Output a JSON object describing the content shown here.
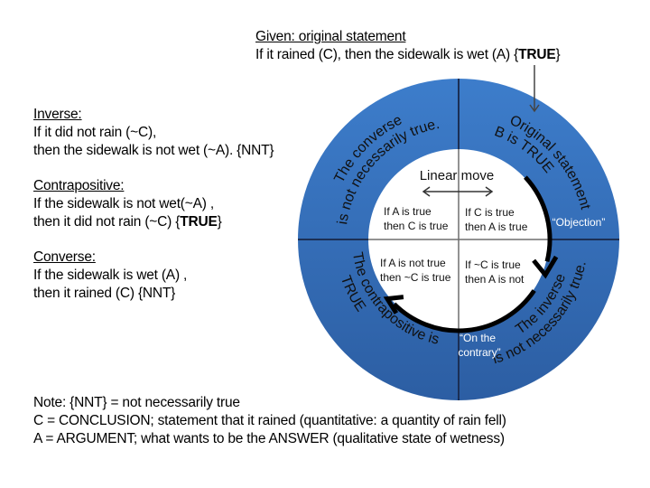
{
  "given": {
    "heading": "Given: original statement",
    "statement": "If it rained (C), then the sidewalk is wet (A) ",
    "verdict_open": "{",
    "verdict": "TRUE",
    "verdict_close": "}"
  },
  "statements": {
    "inverse": {
      "heading": "Inverse:",
      "line1": "If it did not rain (~C),",
      "line2": "then the sidewalk is not wet (~A). {NNT}"
    },
    "contrapositive": {
      "heading": "Contrapositive:",
      "line1": "If the sidewalk is not wet(~A) ,",
      "line2": "then it did not rain (~C)  {",
      "verdict": "TRUE",
      "line2_close": "}"
    },
    "converse": {
      "heading": "Converse:",
      "line1": "If the sidewalk is wet (A) ,",
      "line2": "then it rained (C) {NNT}"
    }
  },
  "notes": [
    "Note: {NNT} = not necessarily true",
    "C = CONCLUSION; statement that it rained (quantitative: a quantity of rain fell)",
    "A = ARGUMENT; what wants to be the ANSWER (qualitative state of wetness)"
  ],
  "diagram": {
    "colors": {
      "ring_top": "#3D7DCB",
      "ring_bottom": "#2C5EA3",
      "divider": "#1B2F55",
      "inner_divider": "#6E6E6E",
      "label_white": "#FFFFFF"
    },
    "ring_labels": {
      "top_left": [
        "The converse",
        "is not necessarily true."
      ],
      "top_right": [
        "Original statement",
        "B is TRUE"
      ],
      "bottom_left": [
        "The contrapositive is",
        "TRUE"
      ],
      "bottom_right": [
        "The inverse",
        "is not necessarily true."
      ]
    },
    "linear_move": "Linear move",
    "cells": {
      "top_left": [
        "If A is true",
        "then C is true"
      ],
      "top_right": [
        "If C is true",
        "then A is true"
      ],
      "bottom_left": [
        "If A is not true",
        "then ~C is true"
      ],
      "bottom_right": [
        "If ~C is true",
        "then A is not"
      ]
    },
    "objection": "“Objection”",
    "on_the_contrary": [
      "“On the",
      "contrary”"
    ]
  }
}
